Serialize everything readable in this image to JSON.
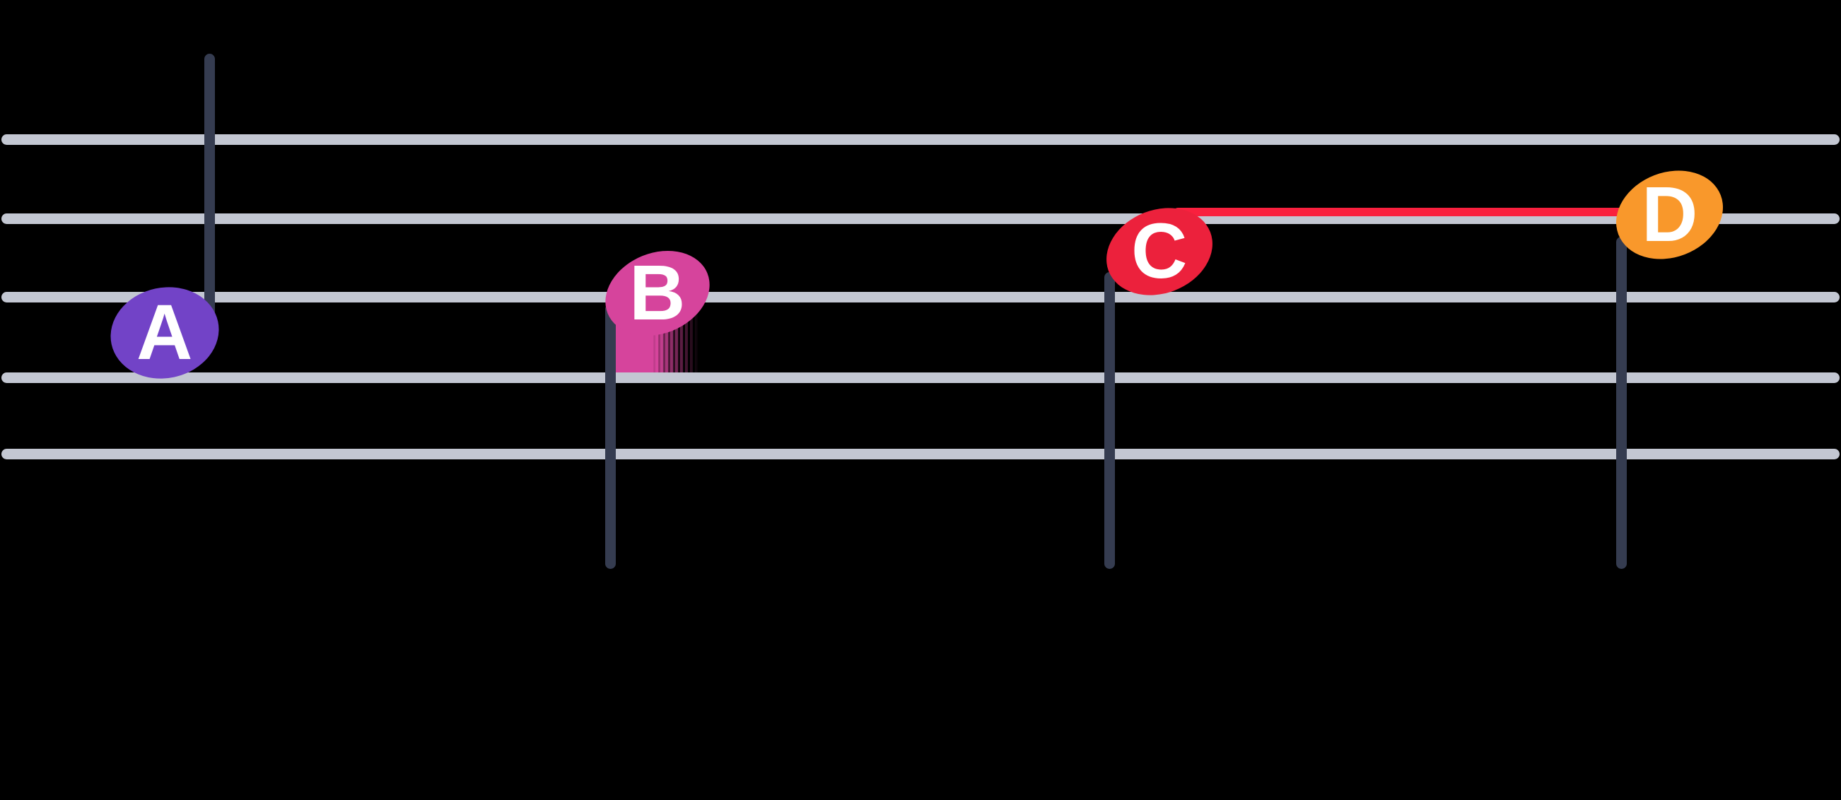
{
  "background_color": "#000000",
  "staff": {
    "line_color": "#c3c7d2",
    "stem_color": "#353c50",
    "lines_count": 5
  },
  "connector": {
    "color": "#f9203e",
    "from_note": "C",
    "to_note": "D"
  },
  "notes": [
    {
      "label": "A",
      "color": "#7243c7",
      "stem_direction": "up"
    },
    {
      "label": "B",
      "color": "#d6449c",
      "stem_direction": "down"
    },
    {
      "label": "C",
      "color": "#ec213c",
      "stem_direction": "down"
    },
    {
      "label": "D",
      "color": "#f9982b",
      "stem_direction": "down"
    }
  ],
  "label_text_color": "#ffffff"
}
